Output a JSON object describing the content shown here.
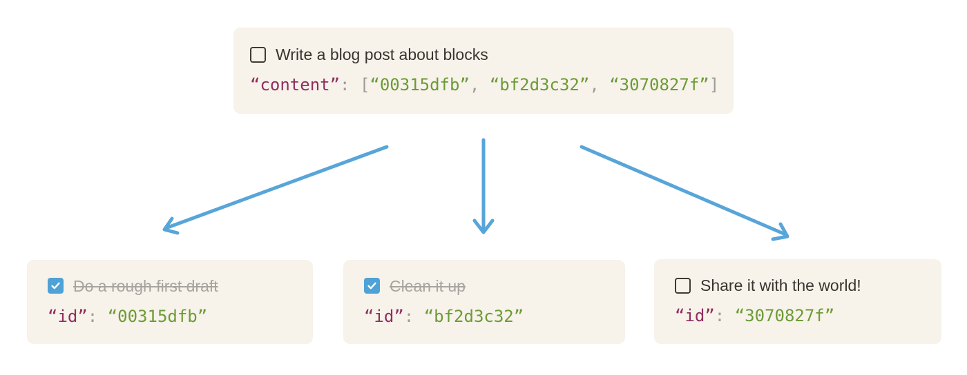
{
  "colors": {
    "page-bg": "#ffffff",
    "box-bg": "#f7f2ea",
    "text-dark": "#37352f",
    "text-muted": "#a6a49f",
    "checkbox-border": "#3d3a35",
    "checkbox-blue": "#4fa2d5",
    "arrow-blue": "#57a5d9",
    "code-key": "#8f2d60",
    "code-punct": "#9e9c98",
    "code-value": "#6c9b35"
  },
  "parent_block": {
    "todo_label": "Write a blog post about blocks",
    "checked": false,
    "code": {
      "key": "“content”",
      "colon": ": ",
      "bracket_open": "[",
      "value_1": "“00315dfb”",
      "comma_1": ", ",
      "value_2": "“bf2d3c32”",
      "comma_2": ", ",
      "value_3": "“3070827f”",
      "bracket_close": "]"
    }
  },
  "child_blocks": [
    {
      "todo_label": "Do a rough first draft",
      "checked": true,
      "code": {
        "key": "“id”",
        "colon": ": ",
        "value": "“00315dfb”"
      }
    },
    {
      "todo_label": "Clean it up",
      "checked": true,
      "code": {
        "key": "“id”",
        "colon": ": ",
        "value": "“bf2d3c32”"
      }
    },
    {
      "todo_label": "Share it with the world!",
      "checked": false,
      "code": {
        "key": "“id”",
        "colon": ": ",
        "value": "“3070827f”"
      }
    }
  ]
}
